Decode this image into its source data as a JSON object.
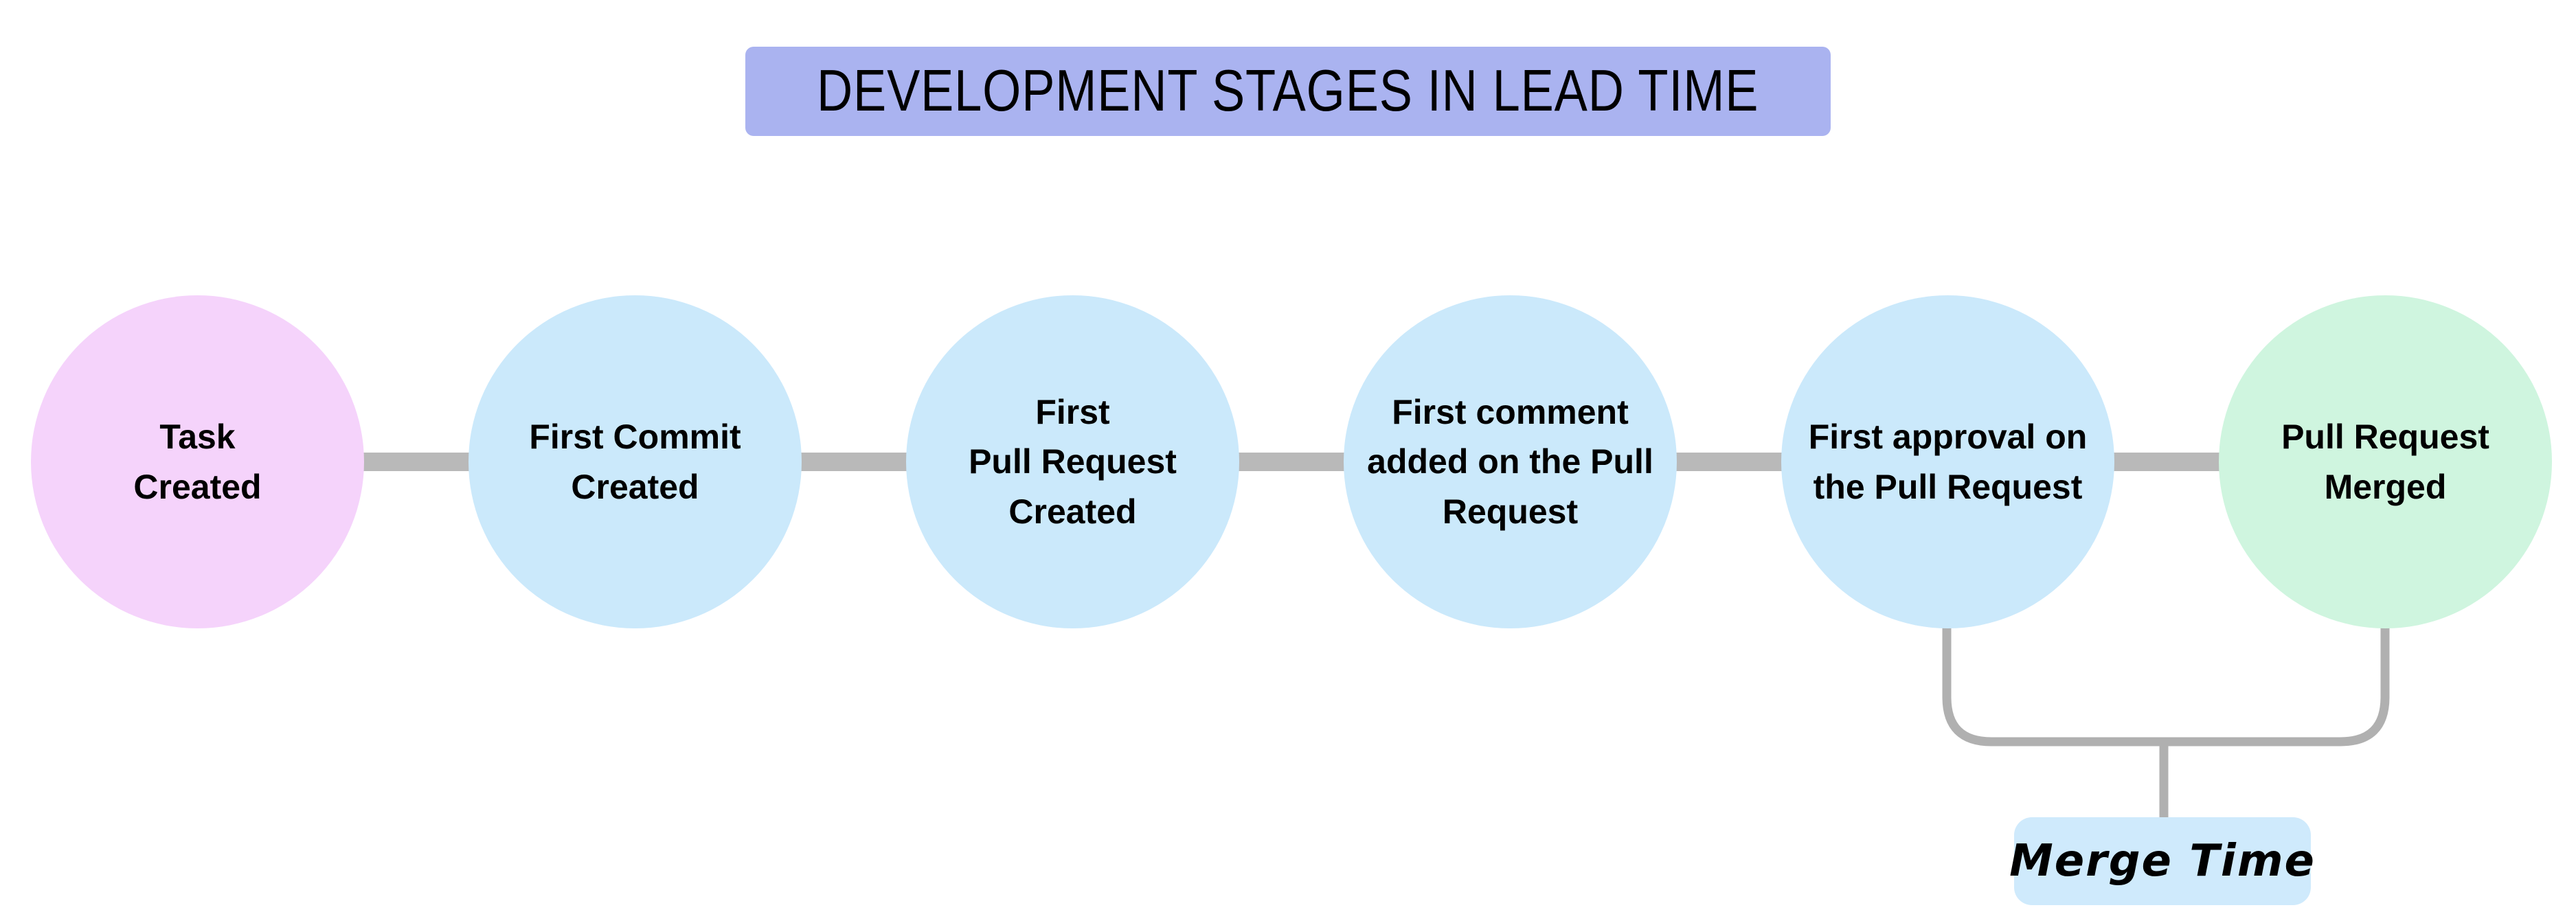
{
  "title": {
    "text": "DEVELOPMENT STAGES IN LEAD TIME",
    "bg": "#aab3f0"
  },
  "stages": [
    {
      "label": "Task\nCreated",
      "color": "#f5d3fb"
    },
    {
      "label": "First Commit\nCreated",
      "color": "#cbe9fb"
    },
    {
      "label": "First\nPull Request\nCreated",
      "color": "#cbe9fb"
    },
    {
      "label": "First comment\nadded on the Pull\nRequest",
      "color": "#cbe9fb"
    },
    {
      "label": "First approval on\nthe Pull Request",
      "color": "#cbe9fb"
    },
    {
      "label": "Pull Request\nMerged",
      "color": "#cff5df"
    }
  ],
  "annotation": {
    "label": "Merge Time",
    "bg": "#cfeafc"
  },
  "colors": {
    "connector": "#b9b9b9",
    "bracket": "#b0b0b0",
    "text": "#000000",
    "background": "#ffffff"
  }
}
